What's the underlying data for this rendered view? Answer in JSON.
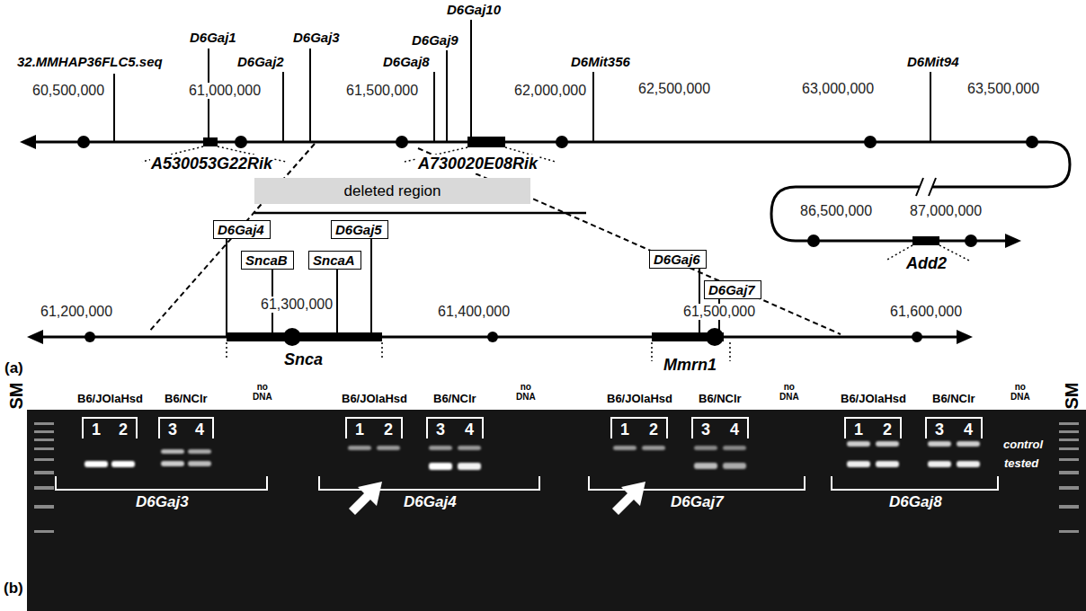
{
  "diagram": {
    "nodes": [
      {
        "text": [
          "deleted region"
        ]
      },
      {
        "text": [
          "D6Gaj4"
        ]
      },
      {
        "text": [
          "SncaB"
        ]
      },
      {
        "text": [
          "SncaA"
        ]
      },
      {
        "text": [
          "D6Gaj5"
        ]
      },
      {
        "text": [
          "D6Gaj6"
        ]
      },
      {
        "text": [
          "D6Gaj7"
        ]
      }
    ],
    "labels": [
      "32.MMHAP36FLC5.seq",
      "D6Gaj1",
      "D6Gaj2",
      "D6Gaj3",
      "D6Gaj8",
      "D6Gaj9",
      "D6Gaj10",
      "D6Mit356",
      "D6Mit94",
      "60,500,000",
      "61,000,000",
      "61,500,000",
      "62,000,000",
      "62,500,000",
      "63,000,000",
      "63,500,000",
      "A530053G22Rik",
      "A730020E08Rik",
      "86,500,000",
      "87,000,000",
      "Add2",
      "61,200,000",
      "61,300,000",
      "61,400,000",
      "61,500,000",
      "61,600,000",
      "Snca",
      "Mmrn1",
      "(a)",
      "SM",
      "B6/JOlaHsd",
      "B6/NClr",
      "no DNA",
      "B6/JOlaHsd",
      "B6/NClr",
      "no DNA",
      "B6/JOlaHsd",
      "B6/NClr",
      "no DNA",
      "B6/JOlaHsd",
      "B6/NClr",
      "no DNA",
      "SM",
      "1",
      "2",
      "3",
      "4",
      "1",
      "2",
      "3",
      "4",
      "1",
      "2",
      "3",
      "4",
      "1",
      "2",
      "3",
      "4",
      "control",
      "tested",
      "D6Gaj3",
      "D6Gaj4",
      "D6Gaj7",
      "D6Gaj8",
      "(b)"
    ]
  }
}
